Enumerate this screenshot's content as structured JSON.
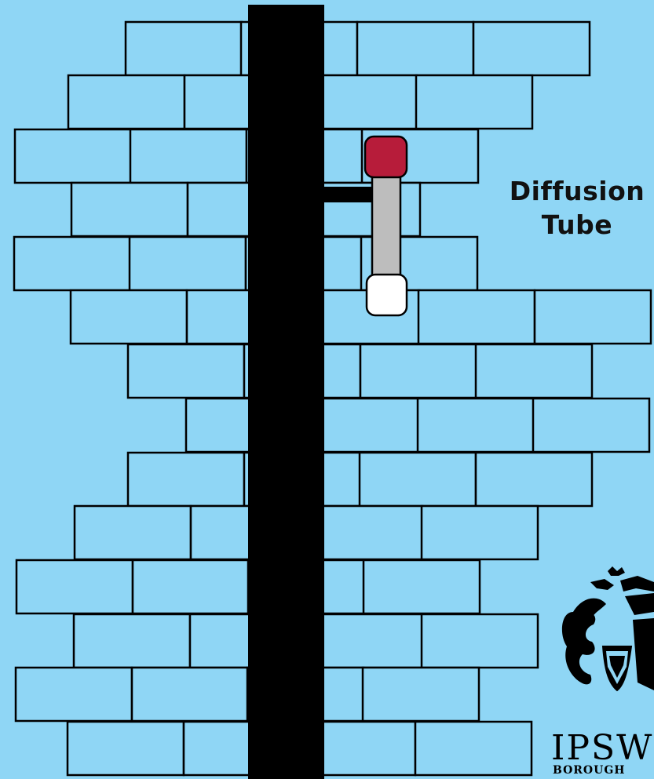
{
  "label": {
    "line1": "Diffusion",
    "line2": "Tube"
  },
  "logo": {
    "name": "IPSW",
    "sub": "BOROUGH"
  },
  "colors": {
    "background": "#8fd6f5",
    "brick": "#8fd6f5",
    "mortar": "#000000",
    "pipe": "#000000",
    "tube_cap": "#b71c3a",
    "tube_body": "#bdbdbd",
    "tube_end": "#ffffff"
  },
  "icons": {
    "logo": "ipswich-borough-crest-icon"
  }
}
